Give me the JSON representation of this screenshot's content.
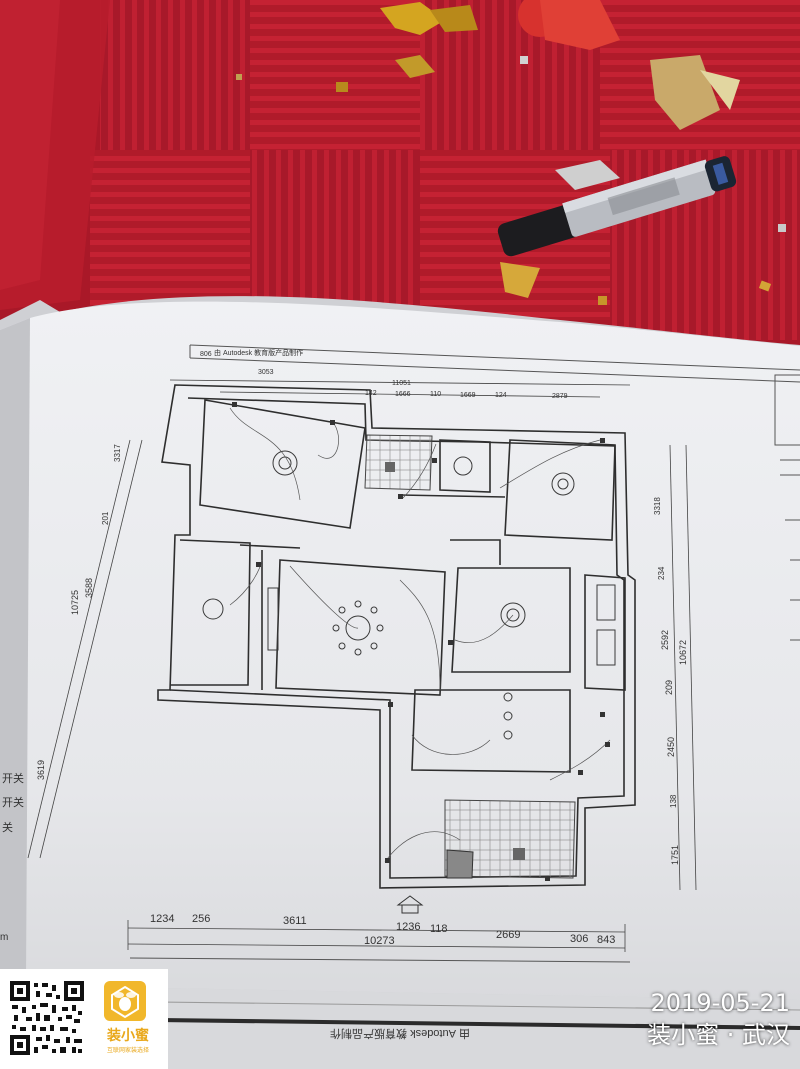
{
  "plan": {
    "header_title": "由 Autodesk 教育版产品制作",
    "header_footer": "由 Autodesk 教育版产品制作",
    "top_dims": [
      "806",
      "3053",
      "11051",
      "142",
      "1666",
      "110",
      "1669",
      "124",
      "2879"
    ],
    "bottom_dims": [
      "1234",
      "256",
      "3611",
      "1236",
      "118",
      "2669",
      "306",
      "843"
    ],
    "bottom_total": "10273",
    "left_dims": [
      "3317",
      "201",
      "10725",
      "3588",
      "3619"
    ],
    "right_dims": [
      "3318",
      "234",
      "2592",
      "10672",
      "209",
      "2450",
      "138",
      "1751"
    ],
    "left_labels": [
      "开关",
      "开关",
      "关"
    ],
    "margin_letter": "m"
  },
  "watermark": {
    "date": "2019-05-21",
    "location": "装小蜜 · 武汉"
  },
  "badge": {
    "app_name": "装小蜜",
    "slogan": "互联网家装选择"
  },
  "colors": {
    "cloth": "#b31b2b",
    "paper": "#e9eaec",
    "line": "#3a3a3a",
    "logo": "#f1b72b"
  }
}
